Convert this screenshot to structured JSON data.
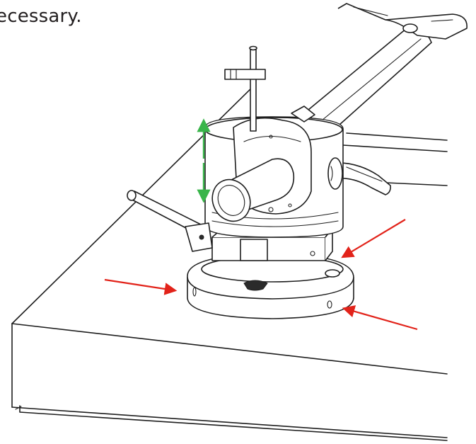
{
  "caption_text": "ecessary.",
  "colors": {
    "arrow_red": "#e2231a",
    "arrow_green": "#39b54a",
    "line": "#1e1e1e"
  },
  "annotations": {
    "red_arrows": 3,
    "green_double_arrow": 1
  }
}
